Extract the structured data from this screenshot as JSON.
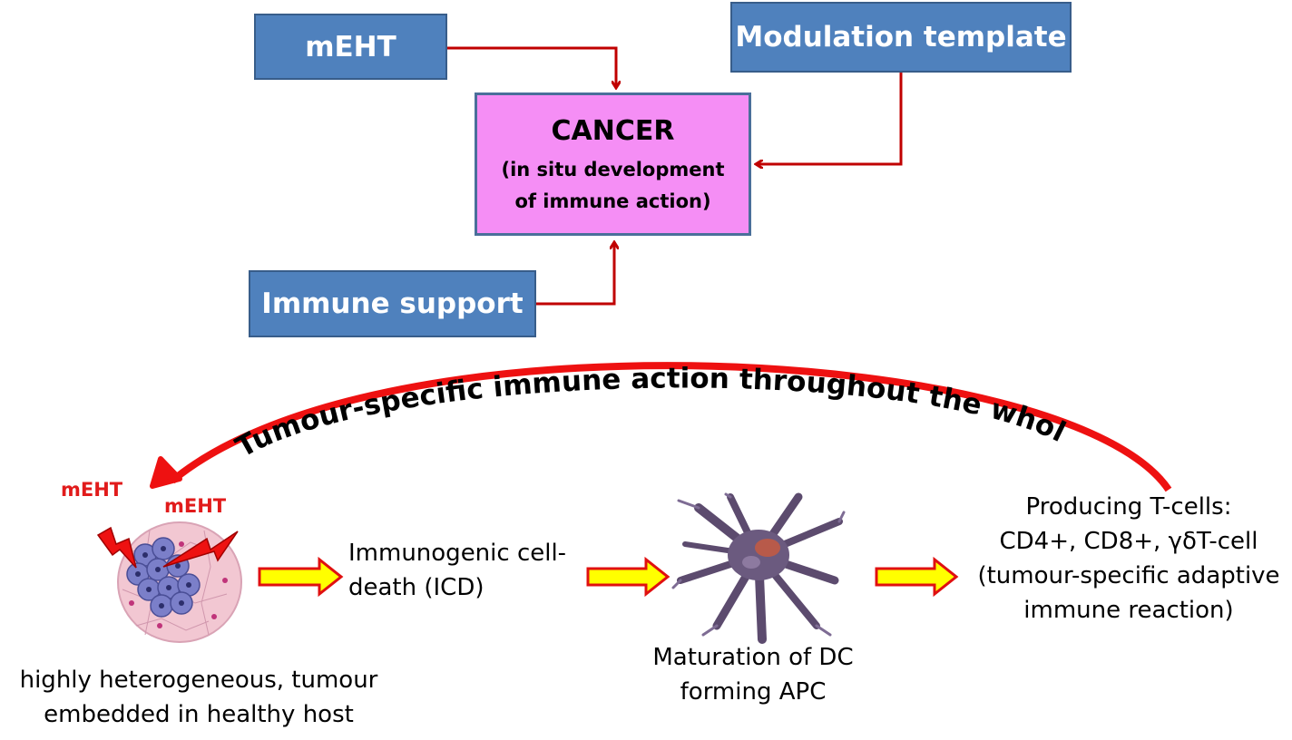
{
  "top": {
    "meht_box": "mEHT",
    "modulation_box": "Modulation template",
    "cancer_title": "CANCER",
    "cancer_sub1": "(in situ development",
    "cancer_sub2": "of immune action)",
    "immune_box": "Immune support"
  },
  "arc_text": "Tumour-specific immune action throughout the whole body",
  "bottom": {
    "meht_label_1": "mEHT",
    "meht_label_2": "mEHT",
    "tumour_caption_1": "highly heterogeneous, tumour",
    "tumour_caption_2": "embedded in healthy host",
    "icd_1": "Immunogenic cell-",
    "icd_2": "death (ICD)",
    "dc_1": "Maturation of DC",
    "dc_2": "forming APC",
    "tcell_1": "Producing T-cells:",
    "tcell_2": "CD4+, CD8+, γδT-cell",
    "tcell_3": "(tumour-specific adaptive",
    "tcell_4": "immune reaction)"
  },
  "colors": {
    "box_blue": "#4f81bd",
    "cancer_pink": "#f58ef5",
    "connector_red": "#c00000",
    "arc_red": "#ee1111",
    "flow_arrow_fill": "#ffff00"
  }
}
